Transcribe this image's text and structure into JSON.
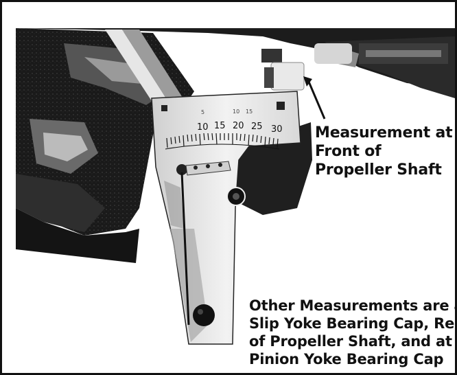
{
  "callouts": {
    "front": {
      "lines": [
        "Measurement at",
        "Front of",
        "Propeller Shaft"
      ]
    },
    "other": {
      "lines": [
        "Other Measurements are at",
        "Slip Yoke Bearing Cap, Rear",
        "of Propeller Shaft, and at",
        "Pinion Yoke Bearing Cap"
      ]
    }
  },
  "gauge": {
    "scale_numbers": [
      "10",
      "15",
      "20",
      "25",
      "30"
    ],
    "top_scale_numbers": [
      "5",
      "10",
      "15"
    ]
  }
}
